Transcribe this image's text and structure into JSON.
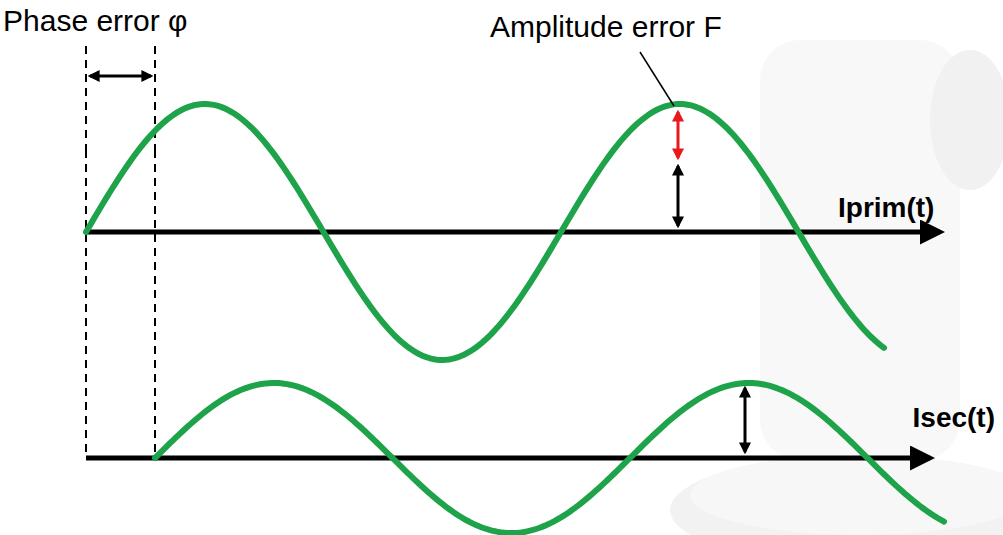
{
  "diagram": {
    "labels": [
      "Phase error φ",
      "Amplitude error F",
      "Iprim(t)",
      "Isec(t)"
    ]
  }
}
